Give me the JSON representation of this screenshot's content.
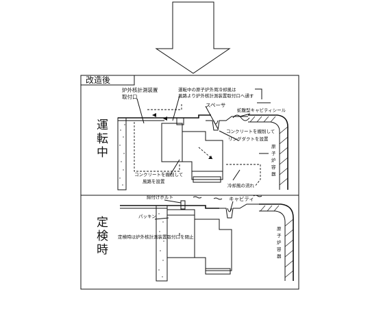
{
  "frame_title": "改造後",
  "side_labels": {
    "operating": [
      "運",
      "転",
      "中"
    ],
    "inspection": [
      "定",
      "検",
      "時"
    ]
  },
  "top_section": {
    "instrument_port": [
      "炉外核計測装置",
      "取付口"
    ],
    "cooling_note": [
      "運転中の原子炉外周冷却風は",
      "風路より炉外核計測装置取付口へ通す"
    ],
    "spacer": "スペーサ",
    "bellows_seal": "蛇腹型キャビティシール",
    "concrete_ring_duct": [
      "コンクリートを撤削して",
      "リングダクトを設置"
    ],
    "concrete_airway": [
      "コンクリートを撤削して",
      "風路を設置"
    ],
    "reactor_vessel": [
      "原",
      "子",
      "炉",
      "容",
      "器"
    ],
    "cooling_flow": "冷却風の流れ"
  },
  "bottom_section": {
    "bolt": "締付けボルト",
    "cavity": "キャビティ",
    "packing": "パッキン",
    "closure_note": "定検時は炉外核計測装置取付口を閉止",
    "reactor_vessel": [
      "原",
      "子",
      "炉",
      "容",
      "器"
    ]
  }
}
